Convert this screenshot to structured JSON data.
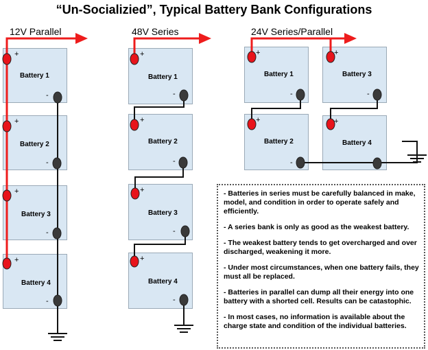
{
  "title": "“Un-Socializied”, Typical Battery Bank Configurations",
  "sections": {
    "parallel": "12V Parallel",
    "series": "48V Series",
    "series_parallel": "24V Series/Parallel"
  },
  "battery_labels": [
    "Battery 1",
    "Battery 2",
    "Battery 3",
    "Battery 4"
  ],
  "terminal_signs": {
    "positive": "+",
    "negative": "-"
  },
  "notes": [
    "- Batteries in series must be carefully balanced in make, model, and condition in order to operate safely and efficiently.",
    "- A series bank is only as good as the weakest battery.",
    "- The weakest battery tends to get overcharged and over discharged, weakening it more.",
    "- Under most circumstances, when one battery fails, they must all be replaced.",
    "- Batteries in parallel can dump all their energy into one battery with a shorted cell. Results can be catastophic.",
    "- In most cases, no information is available about the charge state and condition of the individual batteries."
  ],
  "colors": {
    "battery_fill": "#d9e7f3",
    "positive_terminal": "#e8141b",
    "negative_terminal": "#3a3a3a",
    "positive_wire": "#ee1c1c",
    "negative_wire": "#111111"
  }
}
